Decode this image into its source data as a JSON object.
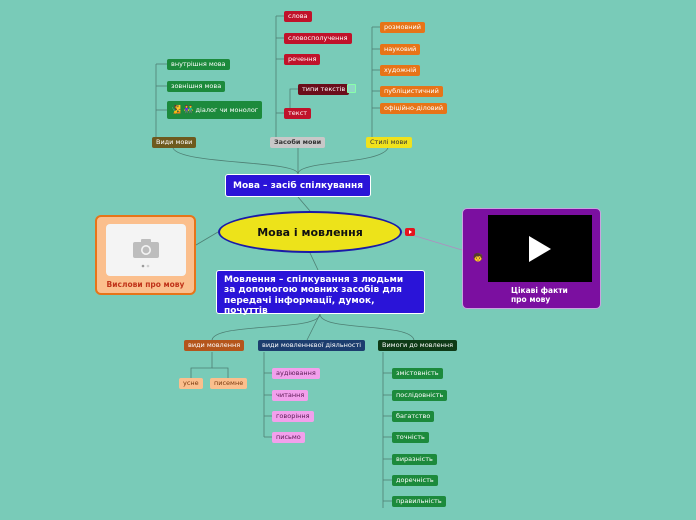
{
  "root": {
    "label": "Мова і мовлення"
  },
  "top_branch": {
    "label": "Мова – засіб спілкування"
  },
  "bottom_branch": {
    "label": "Мовлення – спілкування з людьми за допомогою мовних засобів для передачі інформації, думок, почуттів"
  },
  "quotes_card": {
    "label": "Вислови про мову"
  },
  "facts_card": {
    "label_line1": "Цікаві факти",
    "label_line2": "про мову"
  },
  "vydy_movy": {
    "label": "Види мови",
    "items": [
      "внутрішня мова",
      "зовнішня мова",
      "діалог чи монолог"
    ]
  },
  "zasoby_movy": {
    "label": "Засоби мови",
    "items": [
      "слова",
      "словосполучення",
      "речення",
      "типи текстів",
      "текст"
    ]
  },
  "styli_movy": {
    "label": "Стилі мови",
    "items": [
      "розмовний",
      "науковий",
      "художній",
      "публіцистичний",
      "офіційно-діловий"
    ]
  },
  "vydy_movlennia": {
    "label": "види мовлення",
    "items": [
      "усне",
      "писемне"
    ]
  },
  "vydy_diialnosti": {
    "label": "види мовленнєвої діяльності",
    "items": [
      "аудіювання",
      "читання",
      "говоріння",
      "письмо"
    ]
  },
  "vymohy": {
    "label": "Вимоги до мовлення",
    "items": [
      "змістовність",
      "послідовність",
      "багатство",
      "точність",
      "виразність",
      "доречність",
      "правильність"
    ]
  },
  "colors": {
    "background": "#79cbb8",
    "link": "#4e7f73",
    "root_fill": "#ede31a",
    "branch_fill": "#2a14d8"
  }
}
